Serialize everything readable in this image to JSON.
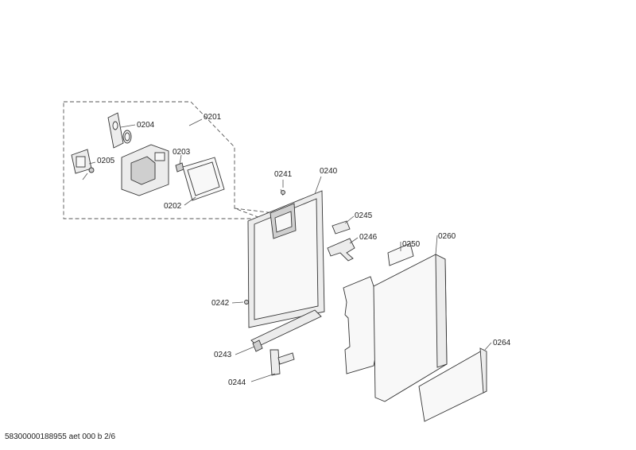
{
  "labels": {
    "p0201": "0201",
    "p0202": "0202",
    "p0203": "0203",
    "p0204": "0204",
    "p0205": "0205",
    "p0240": "0240",
    "p0241": "0241",
    "p0242": "0242",
    "p0243": "0243",
    "p0244": "0244",
    "p0245": "0245",
    "p0246": "0246",
    "p0250": "0250",
    "p0260": "0260",
    "p0264": "0264"
  },
  "footer": "58300000188955 aet 000 b 2/6"
}
